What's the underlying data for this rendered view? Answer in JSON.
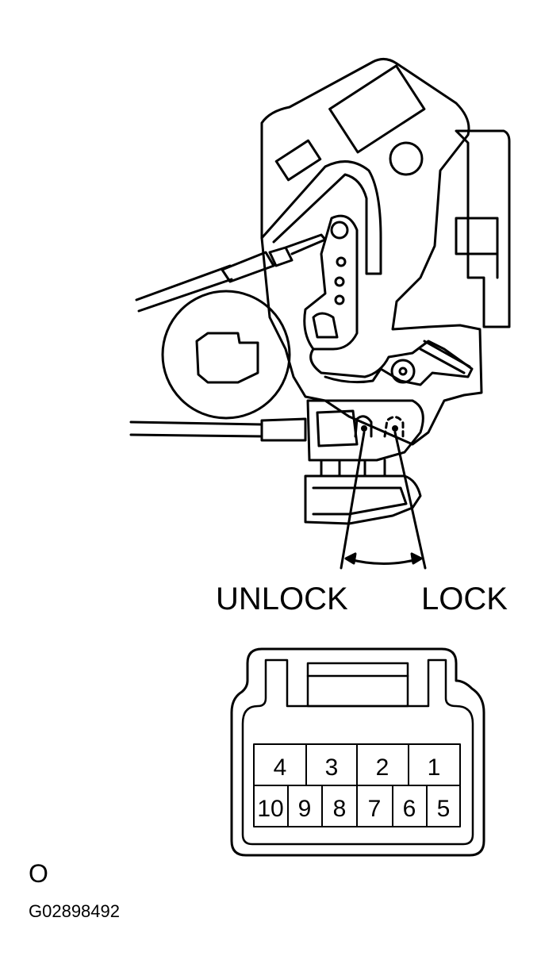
{
  "labels": {
    "unlock": "UNLOCK",
    "lock": "LOCK",
    "side_mark": "O",
    "figure_code": "G02898492"
  },
  "connector": {
    "top_row": [
      "4",
      "3",
      "2",
      "1"
    ],
    "bottom_row": [
      "10",
      "9",
      "8",
      "7",
      "6",
      "5"
    ]
  },
  "colors": {
    "ink": "#000000",
    "paper": "#ffffff"
  }
}
